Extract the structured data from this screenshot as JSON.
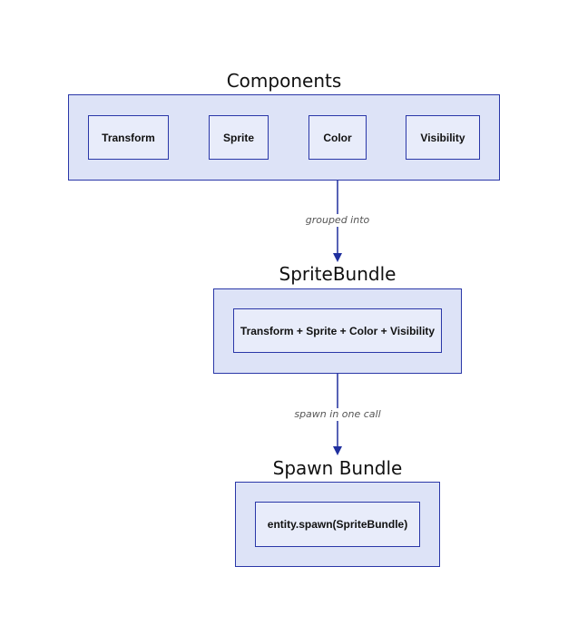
{
  "groups": {
    "components": {
      "title": "Components",
      "nodes": [
        "Transform",
        "Sprite",
        "Color",
        "Visibility"
      ]
    },
    "sprite_bundle": {
      "title": "SpriteBundle",
      "node": "Transform + Sprite + Color + Visibility"
    },
    "spawn_bundle": {
      "title": "Spawn Bundle",
      "node": "entity.spawn(SpriteBundle)"
    }
  },
  "edges": [
    {
      "from": "Components",
      "to": "SpriteBundle",
      "label": "grouped into"
    },
    {
      "from": "SpriteBundle",
      "to": "Spawn Bundle",
      "label": "spawn in one call"
    }
  ],
  "colors": {
    "box_fill": "#dde3f7",
    "node_fill": "#e8ecfa",
    "stroke": "#2a37a8",
    "arrow": "#1f2f9e"
  }
}
